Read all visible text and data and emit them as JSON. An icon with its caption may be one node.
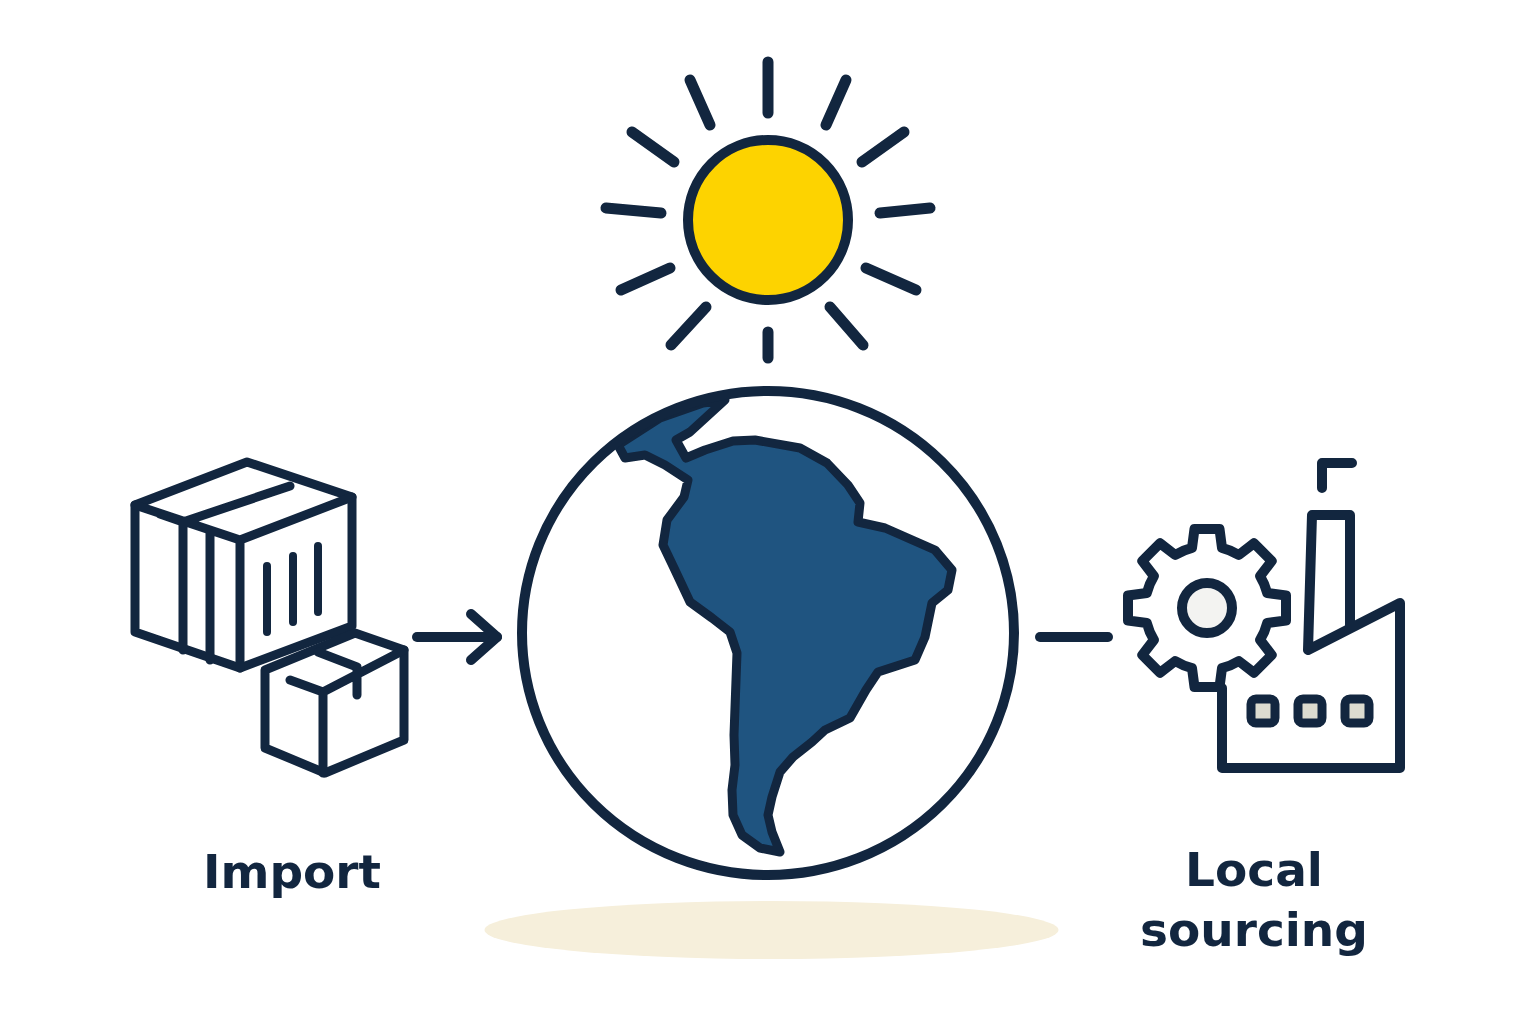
{
  "diagram": {
    "nodes": [
      {
        "text": [
          "Import"
        ]
      },
      {
        "text": [],
        "shape": "picture"
      },
      {
        "text": [
          "Local sourcing"
        ]
      }
    ],
    "edges": [
      {
        "from": 0,
        "to": 1,
        "arrow": "to"
      },
      {
        "from": 1,
        "to": 2,
        "arrow": "none"
      }
    ]
  }
}
